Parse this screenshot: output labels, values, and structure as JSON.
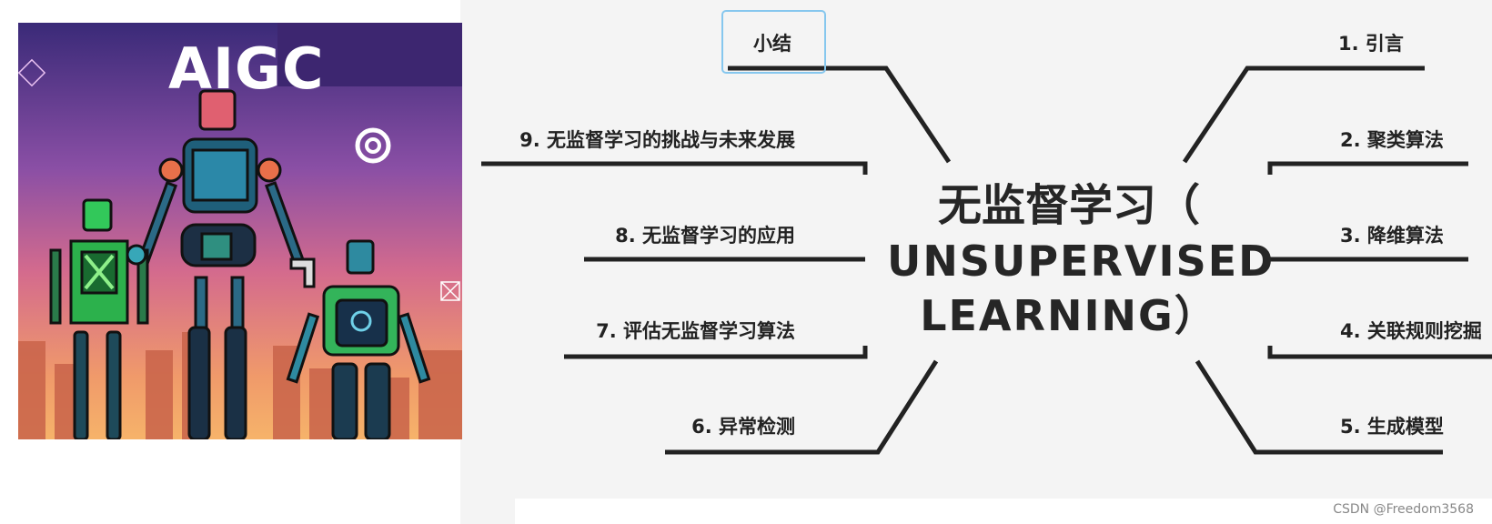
{
  "image": {
    "logo_text": "AIGC"
  },
  "mindmap": {
    "center_line1": "无监督学习（",
    "center_line2": "UNSUPERVISED",
    "center_line3": "LEARNING）",
    "right_branches": [
      "1. 引言",
      "2. 聚类算法",
      "3. 降维算法",
      "4. 关联规则挖掘",
      "5. 生成模型"
    ],
    "left_branches": [
      "小结",
      "9. 无监督学习的挑战与未来发展",
      "8. 无监督学习的应用",
      "7. 评估无监督学习算法",
      "6. 异常检测"
    ],
    "line_color": "#222222",
    "selection_color": "#86c7ee"
  },
  "watermark": "CSDN @Freedom3568"
}
